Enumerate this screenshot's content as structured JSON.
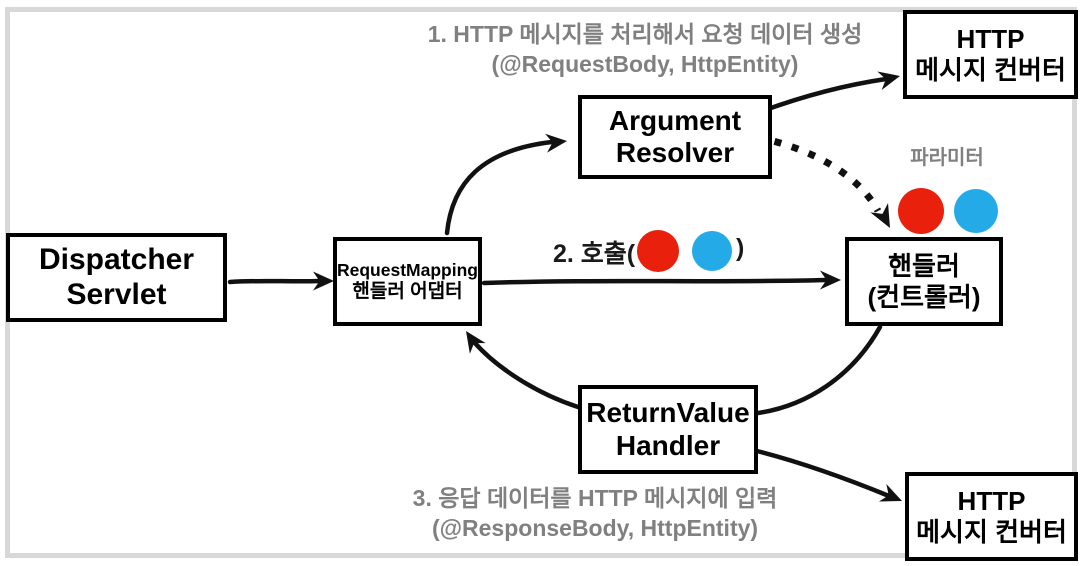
{
  "boxes": {
    "dispatcher": {
      "line1": "Dispatcher",
      "line2": "Servlet"
    },
    "adapter": {
      "line1": "RequestMapping",
      "line2": "핸들러 어댑터"
    },
    "argument_resolver": {
      "line1": "Argument",
      "line2": "Resolver"
    },
    "http_converter_top": {
      "line1": "HTTP",
      "line2": "메시지 컨버터"
    },
    "handler": {
      "line1": "핸들러",
      "line2": "(컨트롤러)"
    },
    "return_value_handler": {
      "line1": "ReturnValue",
      "line2": "Handler"
    },
    "http_converter_bottom": {
      "line1": "HTTP",
      "line2": "메시지 컨버터"
    }
  },
  "annotations": {
    "step1": {
      "line1": "1. HTTP 메시지를 처리해서 요청 데이터 생성",
      "line2": "(@RequestBody, HttpEntity)"
    },
    "step2_call_open": "2. 호출(",
    "step2_call_close": ")",
    "parameter_label": "파라미터",
    "step3": {
      "line1": "3. 응답 데이터를 HTTP 메시지에 입력",
      "line2": "(@ResponseBody, HttpEntity)"
    }
  },
  "colors": {
    "param_red": "#e8200c",
    "param_blue": "#25aae8",
    "note_gray": "#808080",
    "frame_gray": "#d8d8d8",
    "arrow_black": "#111111"
  }
}
